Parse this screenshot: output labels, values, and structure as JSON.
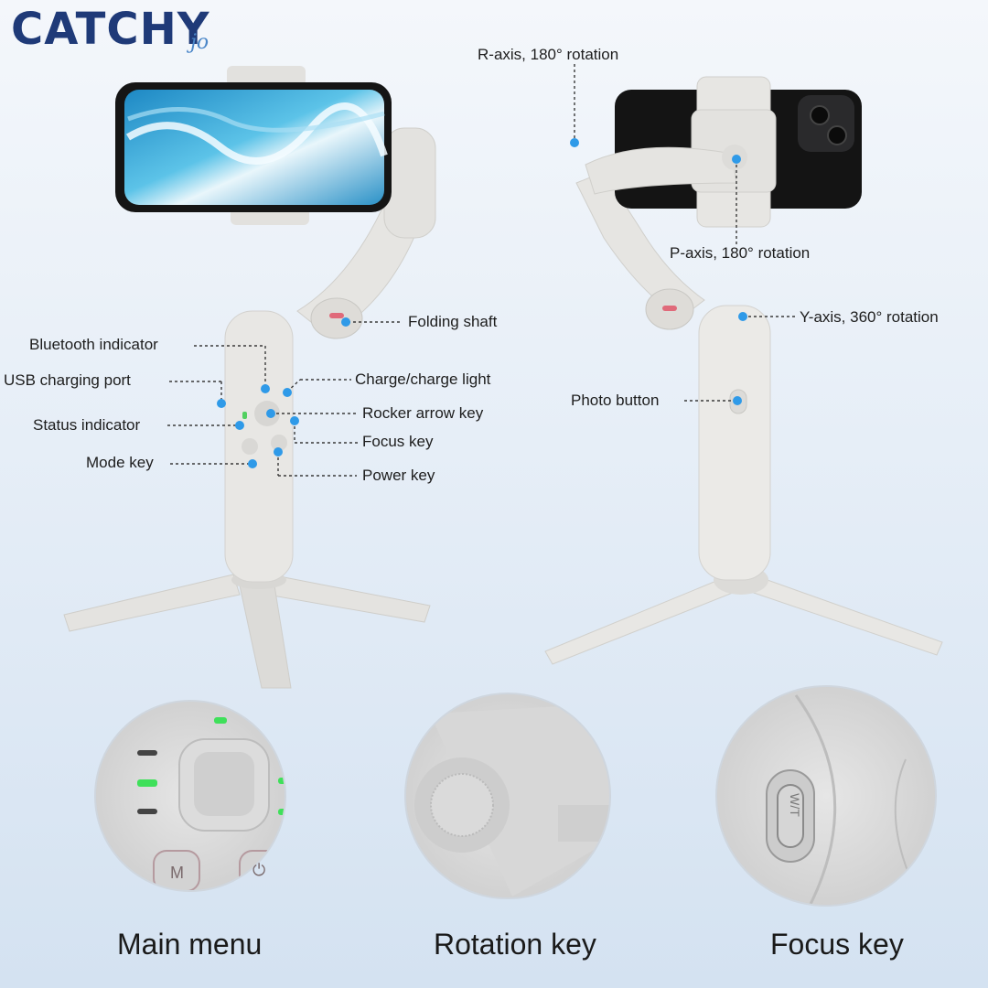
{
  "brand": {
    "name": "CATCHY",
    "sub": "jo"
  },
  "front_labels": {
    "bluetooth": "Bluetooth indicator",
    "usb": "USB charging port",
    "status": "Status indicator",
    "mode": "Mode key",
    "folding": "Folding shaft",
    "charge": "Charge/charge light",
    "rocker": "Rocker arrow key",
    "focus": "Focus key",
    "power": "Power key"
  },
  "back_labels": {
    "r_axis": "R-axis, 180° rotation",
    "p_axis": "P-axis, 180° rotation",
    "y_axis": "Y-axis, 360°  rotation",
    "photo": "Photo button"
  },
  "captions": {
    "main_menu": "Main menu",
    "rotation": "Rotation key",
    "focus": "Focus key"
  },
  "icons": {
    "mode_key": "M",
    "power_key": "power-icon",
    "focus_switch": "W/T"
  },
  "colors": {
    "brand": "#1f3a78",
    "marker": "#2f9ae8",
    "led": "#3fe05a",
    "device": "#e7e6e3"
  }
}
